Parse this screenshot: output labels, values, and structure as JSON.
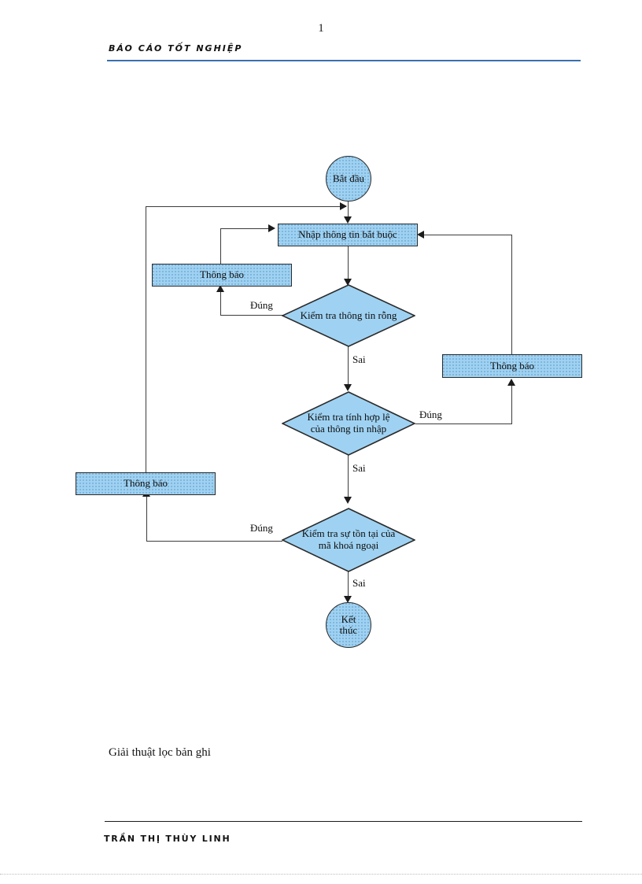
{
  "document": {
    "page_number": "1",
    "header_title": "BÁO CÁO TỐT NGHIỆP",
    "footer_author": "TRẦN THỊ THÙY LINH",
    "caption": "Giải thuật lọc bản ghi",
    "accent_color": "#3a6fb0",
    "shape_fill_color": "#9fd2f2",
    "shape_border_color": "#2b2b2b"
  },
  "flowchart": {
    "nodes": {
      "start": {
        "label": "Bắt đầu",
        "type": "terminator"
      },
      "input": {
        "label": "Nhập thông tin bắt buộc",
        "type": "process"
      },
      "notify_top": {
        "label": "Thông báo",
        "type": "process"
      },
      "notify_right": {
        "label": "Thông báo",
        "type": "process"
      },
      "notify_bottom": {
        "label": "Thông báo",
        "type": "process"
      },
      "check_empty": {
        "label": "Kiểm tra thông tin rỗng",
        "type": "decision"
      },
      "check_valid": {
        "label": "Kiểm tra tính hợp lệ của thông tin nhập",
        "type": "decision"
      },
      "check_fk": {
        "label": "Kiểm tra sự tồn tại của mã khoá ngoại",
        "type": "decision"
      },
      "end": {
        "label": "Kết thúc",
        "type": "terminator"
      }
    },
    "edge_labels": {
      "empty_true": "Đúng",
      "empty_false": "Sai",
      "valid_true": "Đúng",
      "valid_false": "Sai",
      "fk_true": "Đúng",
      "fk_false": "Sai"
    }
  }
}
